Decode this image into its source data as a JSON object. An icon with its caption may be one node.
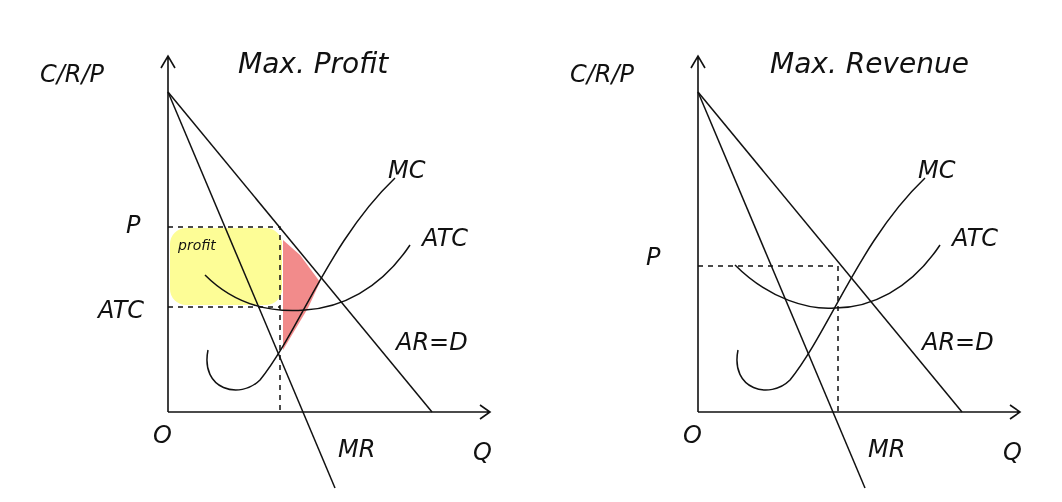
{
  "diagram": {
    "nodes": [
      {
        "text": [
          "profit"
        ]
      }
    ],
    "labels": [
      "C/R/P",
      "Max. Profit",
      "P",
      "MC",
      "ATC",
      "ATC",
      "AR=D",
      "O",
      "MR",
      "Q",
      "C/R/P",
      "Max. Revenue",
      "MC",
      "P",
      "ATC",
      "AR=D",
      "O",
      "MR",
      "Q"
    ]
  }
}
